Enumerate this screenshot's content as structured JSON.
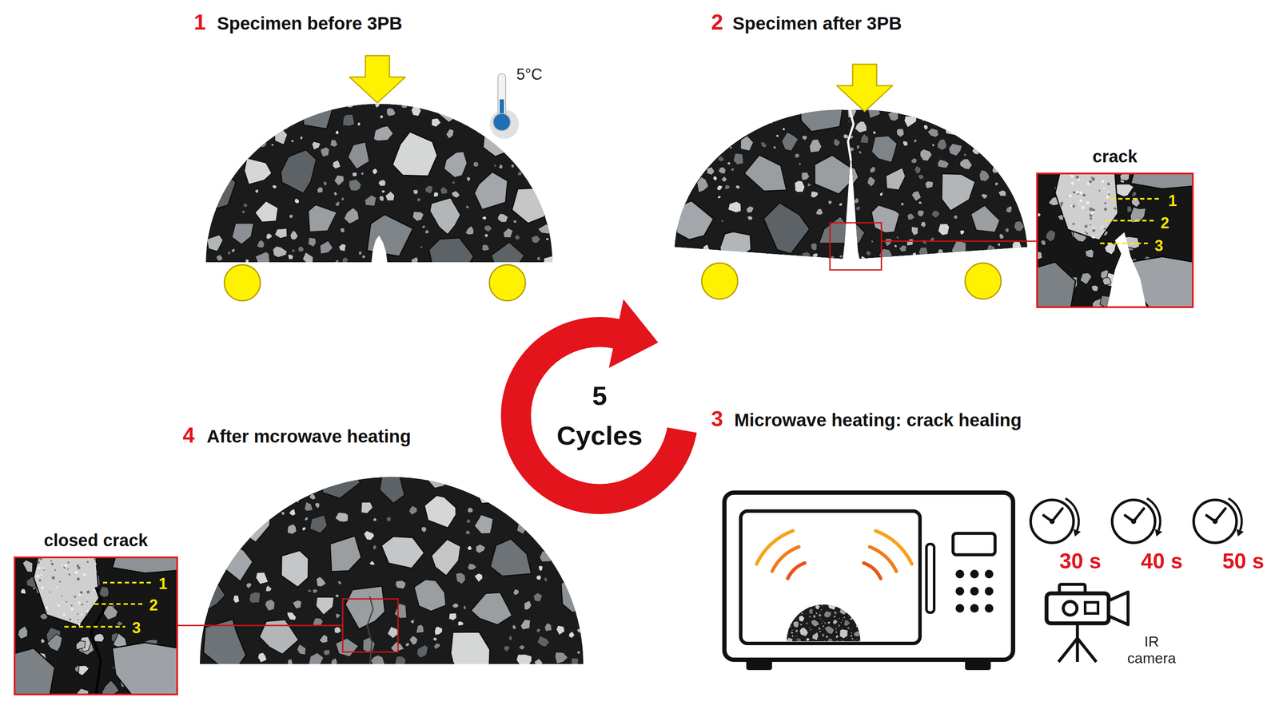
{
  "diagram": {
    "nodes": [
      {
        "text": [
          "crack",
          "1",
          "2",
          "3"
        ]
      },
      {
        "text": [
          "5",
          "Cycles"
        ]
      },
      {
        "text": [
          "closed crack",
          "1",
          "2",
          "3"
        ]
      }
    ],
    "labels": [
      "1",
      "Specimen before 3PB",
      "5°C",
      "2",
      "Specimen after 3PB",
      "3",
      "Microwave heating: crack healing",
      "30 s",
      "40 s",
      "50 s",
      "IR camera",
      "4",
      "After mcrowave heating"
    ]
  }
}
